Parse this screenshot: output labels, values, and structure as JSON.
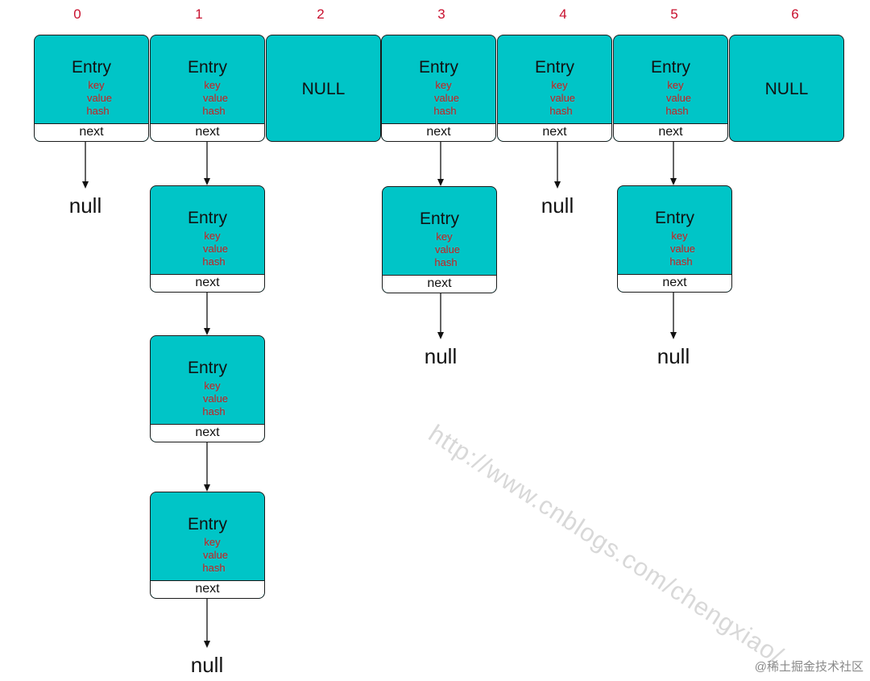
{
  "indices": [
    "0",
    "1",
    "2",
    "3",
    "4",
    "5",
    "6"
  ],
  "entry": {
    "title": "Entry",
    "fields": [
      "key",
      "value",
      "hash"
    ],
    "next_label": "next"
  },
  "null_slot_label": "NULL",
  "null_terminal": "null",
  "buckets": [
    {
      "index": "0",
      "chain_length": 1
    },
    {
      "index": "1",
      "chain_length": 4
    },
    {
      "index": "2",
      "chain_length": 0
    },
    {
      "index": "3",
      "chain_length": 2
    },
    {
      "index": "4",
      "chain_length": 1
    },
    {
      "index": "5",
      "chain_length": 2
    },
    {
      "index": "6",
      "chain_length": 0
    }
  ],
  "watermark": "http://www.cnblogs.com/chengxiao/",
  "credit": "@稀土掘金技术社区",
  "colors": {
    "entry_fill": "#00c5c7",
    "field_text": "#d01c1c",
    "index_text": "#c8102e",
    "next_fill": "#ffffff",
    "stroke": "#1a1a1a"
  }
}
